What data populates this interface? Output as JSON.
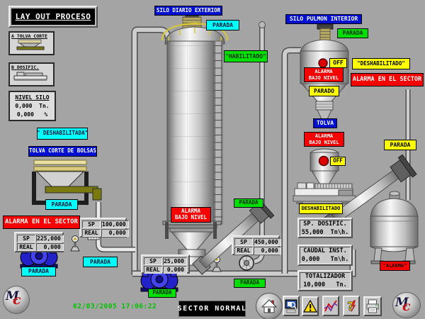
{
  "colors": {
    "background": "#A4A4A4",
    "label_blue": "#0010D0",
    "label_cyan": "#00FFFF",
    "label_green": "#00DF00",
    "label_yellow": "#FFFF00",
    "label_red": "#F80000",
    "timestamp_green": "#00C400",
    "pump_blue": "#2222C8"
  },
  "header": {
    "title": "LAY OUT PROCESO"
  },
  "sidebar": {
    "button_a": "A TOLVA CORTE",
    "button_b": "B DOSIFIC.",
    "nivel": {
      "title": "NIVEL SILO",
      "tn": "0,000  Tn.",
      "pct": "0,000   %"
    }
  },
  "left": {
    "deshabilitada": "\" DESHABILITADA\"",
    "tolva_title": "TOLVA CORTE DE BOLSAS",
    "tolva_status": "PARADA",
    "alarma_sector": "ALARMA EN EL SECTOR",
    "sp225": {
      "sp_label": "SP",
      "sp_value": "225,000",
      "real_label": "REAL",
      "real_value": "0,000"
    },
    "sp100": {
      "sp_label": "SP",
      "sp_value": "100,000",
      "real_label": "REAL",
      "real_value": "0,000"
    },
    "pump_status": "PARADA",
    "line_status": "PARADA"
  },
  "center": {
    "title": "SILO DIARIO EXTERIOR",
    "top_status": "PARADA",
    "habilitado": "\"HABILITADO\"",
    "alarm": {
      "line1": "ALARMA",
      "line2": "BAJO NIVEL"
    },
    "conveyor_status": "PARADA",
    "sp25": {
      "sp_label": "SP",
      "sp_value": "25,000",
      "real_label": "REAL",
      "real_value": "0,000"
    },
    "sp450": {
      "sp_label": "SP",
      "sp_value": "450,000",
      "real_label": "REAL",
      "real_value": "0,000"
    },
    "pump_status": "PARADA",
    "blower_status": "PARADA"
  },
  "right": {
    "title": "SILO PULMON INTERIOR",
    "top_status": "PARADA",
    "silo_off": "OFF",
    "silo_alarm": {
      "line1": "ALARMA",
      "line2": "BAJO NIVEL"
    },
    "silo_status": "PARADO",
    "deshabilitado_quoted": "\"DESHABILITADO\"",
    "alarma_sector": "ALARMA EN EL SECTOR",
    "tolva_title": "TOLVA",
    "tolva_alarm": {
      "line1": "ALARMA",
      "line2": "BAJO NIVEL"
    },
    "tolva_off": "OFF",
    "feeder_status": "DESHABILITADO",
    "conveyor_status": "PARADA",
    "tank_alarm": "\"ALARMA\"",
    "dosific": {
      "label": "SP. DOSIFIC.",
      "value": "55,000  Tn\\h."
    },
    "caudal": {
      "label": "CAUDAL INST.",
      "value": "0,000   Tn\\h."
    },
    "totalizador": {
      "label": "TOTALIZADOR",
      "value": "10,000   Tn."
    }
  },
  "footer": {
    "timestamp": "02/03/2005 17:06:22",
    "status": "SECTOR NORMAL",
    "icons": [
      "home",
      "monitor-search",
      "warning",
      "trend",
      "help",
      "print"
    ]
  }
}
